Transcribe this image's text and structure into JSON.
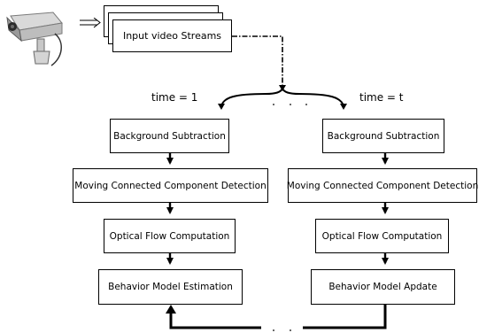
{
  "input": {
    "label": "Input video Streams"
  },
  "columns": [
    {
      "time_label": "time = 1",
      "steps": [
        "Background Subtraction",
        "Moving Connected Component Detection",
        "Optical Flow Computation",
        "Behavior Model Estimation"
      ]
    },
    {
      "time_label": "time = t",
      "steps": [
        "Background Subtraction",
        "Moving Connected Component Detection",
        "Optical Flow Computation",
        "Behavior Model Apdate"
      ]
    }
  ],
  "icons": {
    "camera": "security-camera-icon",
    "arrow": "double-arrow-icon"
  },
  "colors": {
    "stroke": "#000000"
  }
}
